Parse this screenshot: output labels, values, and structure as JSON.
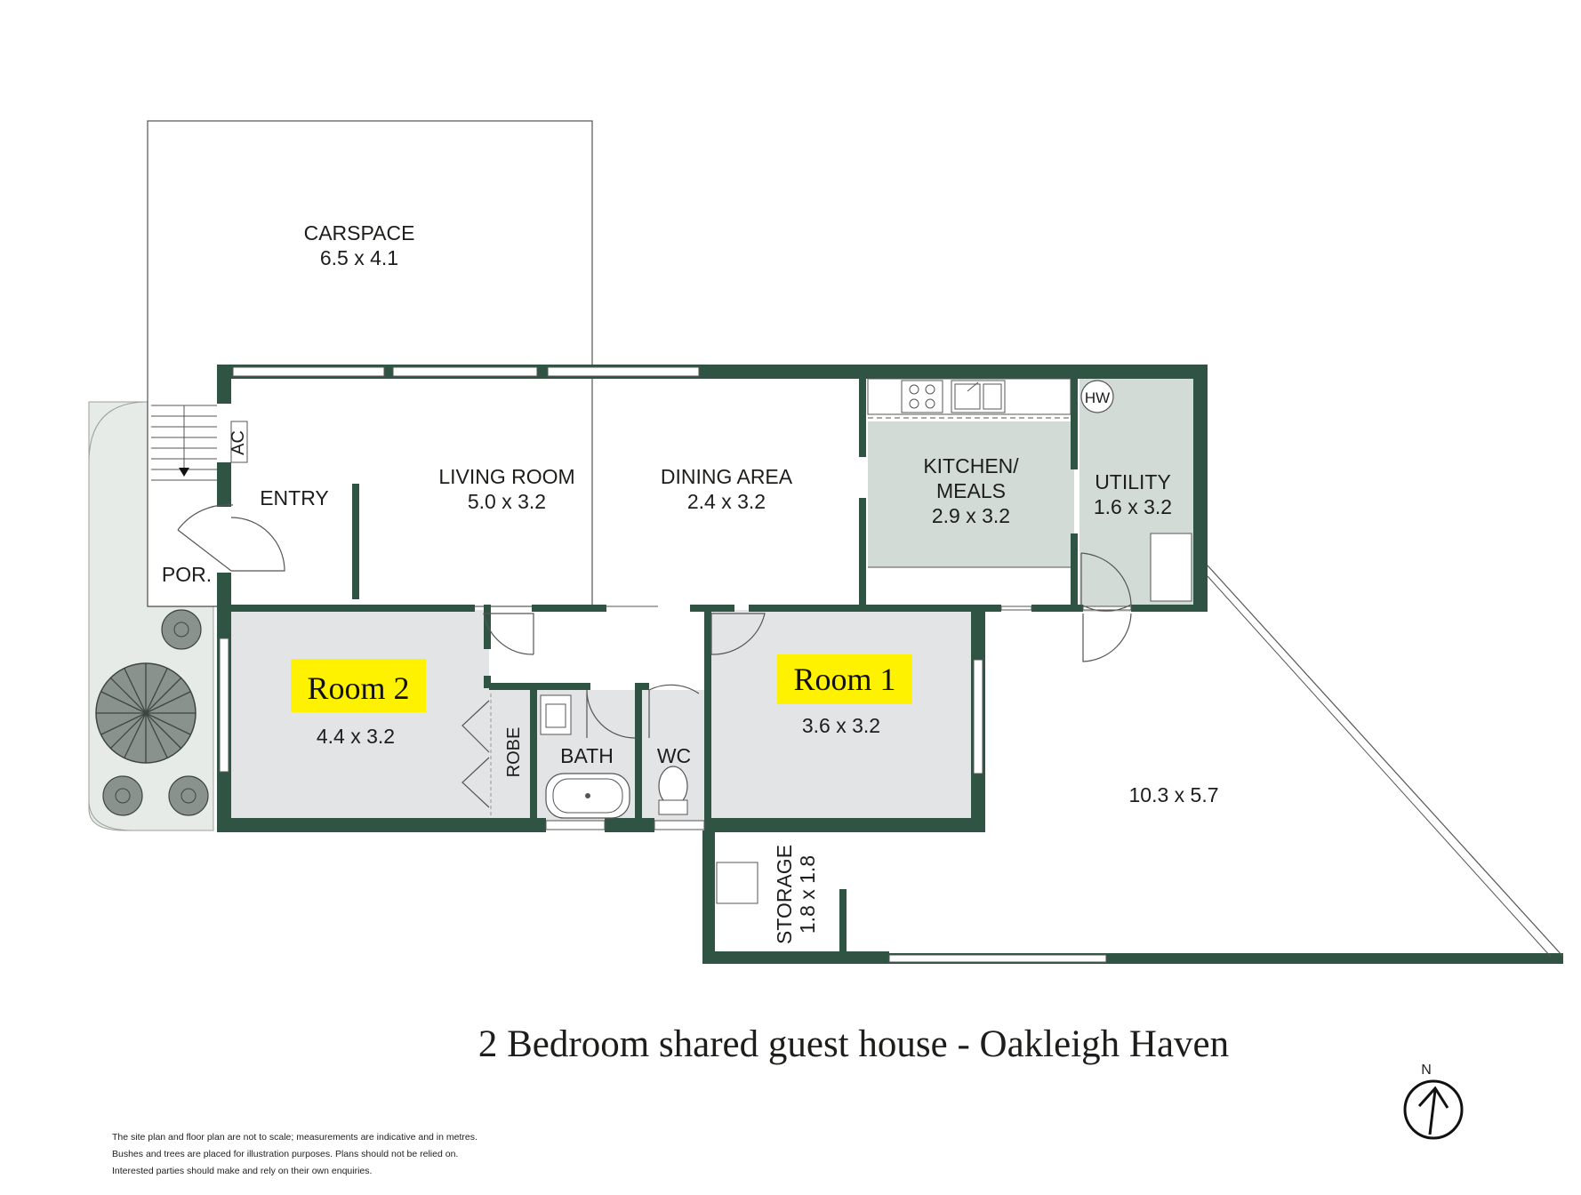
{
  "title": "2 Bedroom shared guest house - Oakleigh Haven",
  "rooms": {
    "carspace": {
      "name": "CARSPACE",
      "dims": "6.5 x 4.1"
    },
    "entry": {
      "name": "ENTRY"
    },
    "porch": {
      "name": "POR."
    },
    "ac": {
      "name": "AC"
    },
    "living": {
      "name": "LIVING ROOM",
      "dims": "5.0 x 3.2"
    },
    "dining": {
      "name": "DINING AREA",
      "dims": "2.4 x 3.2"
    },
    "kitchen": {
      "name_line1": "KITCHEN/",
      "name_line2": "MEALS",
      "dims": "2.9 x 3.2"
    },
    "utility": {
      "name": "UTILITY",
      "dims": "1.6 x 3.2"
    },
    "hw": {
      "name": "HW"
    },
    "room2": {
      "tag": "Room 2",
      "dims": "4.4 x 3.2"
    },
    "robe": {
      "name": "ROBE"
    },
    "bath": {
      "name": "BATH"
    },
    "wc": {
      "name": "WC"
    },
    "room1": {
      "tag": "Room 1",
      "dims": "3.6 x 3.2"
    },
    "yard": {
      "dims": "10.3 x 5.7"
    },
    "storage": {
      "name": "STORAGE",
      "dims": "1.8 x 1.8"
    }
  },
  "compass": {
    "label": "N"
  },
  "disclaimer": [
    "The site plan and floor plan are not to scale; measurements are indicative and in metres.",
    "Bushes and trees are placed for illustration purposes. Plans should not be relied on.",
    "Interested parties should make and rely on their own enquiries."
  ],
  "colors": {
    "wall": "#2f5443",
    "room_fill": "#e3e4e5",
    "kitchen_fill": "#d3dbd6",
    "garden_fill": "#e7ebe7",
    "highlight": "#fff200"
  }
}
